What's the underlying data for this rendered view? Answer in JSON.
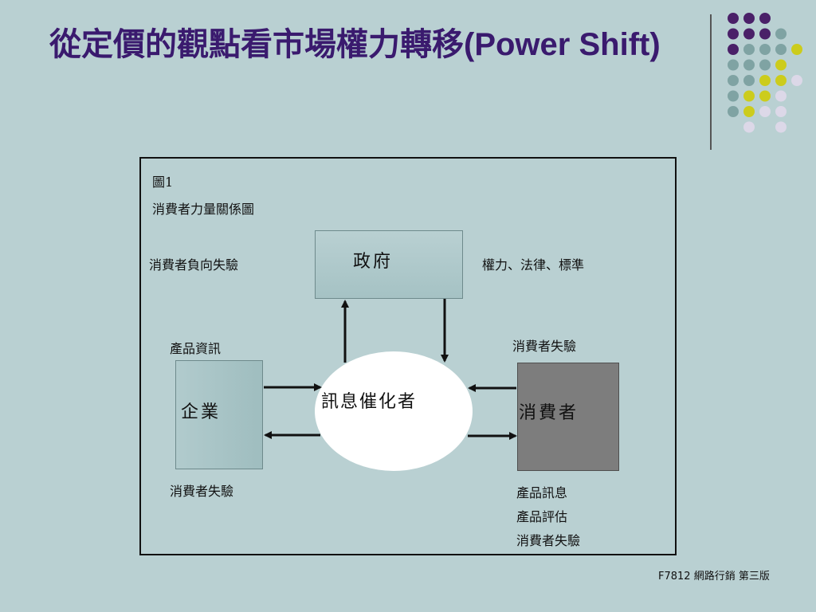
{
  "slide": {
    "title": "從定價的觀點看市場權力轉移(Power Shift)",
    "footer": "F7812 網路行銷 第三版"
  },
  "figure": {
    "number": "圖1",
    "caption": "消費者力量關係圖",
    "nodes": {
      "government": "政府",
      "enterprise": "企業",
      "hub": "訊息催化者",
      "consumer": "消費者"
    },
    "annotations": {
      "top_left": "消費者負向失驗",
      "top_right": "權力、法律、標準",
      "enterprise_above": "產品資訊",
      "enterprise_below": "消費者失驗",
      "consumer_above": "消費者失驗",
      "consumer_below": [
        "產品訊息",
        "產品評估",
        "消費者失驗"
      ]
    }
  },
  "colors": {
    "background": "#b9d0d2",
    "title": "#3a1a6e",
    "dot_purple": "#4a2068",
    "dot_teal": "#7fa3a3",
    "dot_yellow": "#cccc1c",
    "dot_lavender": "#dcd8e8"
  }
}
